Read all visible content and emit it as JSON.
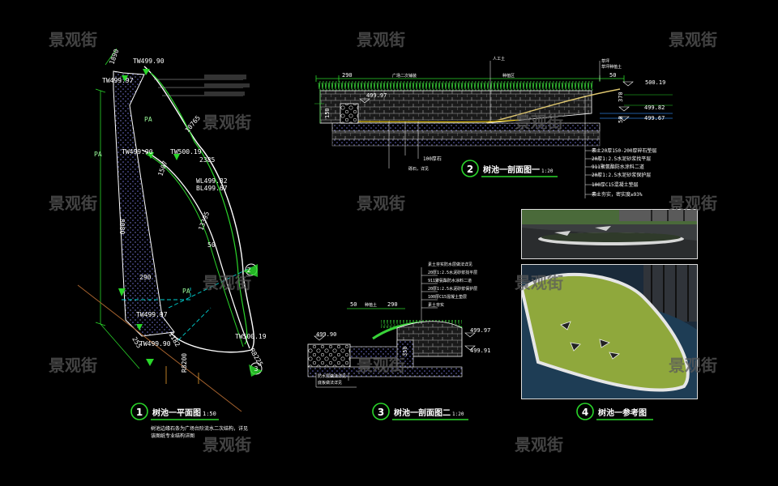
{
  "watermark": "景观街",
  "colors": {
    "bg": "#000000",
    "cad_green": "#00ff00",
    "cad_white": "#ffffff",
    "cad_cyan": "#00ffff",
    "cad_yellow": "#ffff00",
    "lawn": "#7a9a3a"
  },
  "plan": {
    "labels": {
      "tw1": "TW499.90",
      "tw2": "TW499.97",
      "tw3": "TW499.90",
      "tw4": "TW500.19",
      "tw5": "TW499.97",
      "tw6": "TW499.90",
      "tw7": "TW500.19",
      "wl": "WL499.82",
      "bl": "BL499.67",
      "pa1": "PA",
      "pa2": "PA",
      "pa3": "PA",
      "d1": "1890",
      "d2": "8080",
      "d3": "10765",
      "d4": "13395",
      "d5": "2385",
      "d6": "1507",
      "d7": "290",
      "d8": "1182",
      "d9": "R8200",
      "d10": "R8225",
      "d11": "50",
      "d12": "255"
    },
    "marker_num": "1",
    "title": "树池一平面图",
    "scale": "1:50",
    "note_line1": "树池边缘石条为广场台阶流水二次结构，详见",
    "note_line2": "该图纸专业结构详图"
  },
  "section1": {
    "dims": {
      "a": "290",
      "b": "广场二次铺装",
      "c": "种植区",
      "d": "50"
    },
    "elev": {
      "e1": "499.97",
      "e2": "500.19",
      "e3": "499.82",
      "e4": "499.67",
      "e5": "370",
      "e6": "150",
      "e7": "50"
    },
    "notes_right": [
      "素土20厚150-200厚碎石垫层",
      "20厚1:2.5水泥砂浆找平层",
      "911聚氨酯防水涂料二道",
      "20厚1:2.5水泥砂浆保护层",
      "100厚C15混凝土垫层",
      "素土夯实，密实度≥93%"
    ],
    "notes_top": [
      "草坪",
      "草坪种植土",
      "人工土"
    ],
    "notes_bottom": [
      "100厚石",
      "砾石，详见"
    ],
    "marker_num": "2",
    "title": "树池一剖面图一",
    "scale": "1:20"
  },
  "section2": {
    "dims": {
      "a": "50",
      "b": "种植土",
      "c": "290"
    },
    "elev": {
      "e1": "499.90",
      "e2": "499.97",
      "e3": "499.91",
      "e4": "350"
    },
    "notes": [
      "素土夯实防水层做法详见",
      "20厚1:2.5水泥砂浆找平层",
      "911聚氨酯防水涂料二道",
      "20厚1:2.5水泥砂浆保护层",
      "100厚C15混凝土垫层",
      "素土夯实"
    ],
    "notes_bottom": [
      "防水层做法详见",
      "底板做法详见"
    ],
    "marker_num": "3",
    "title": "树池一剖面图二",
    "scale": "1:20"
  },
  "reference": {
    "marker_num": "4",
    "title": "树池一参考图"
  }
}
